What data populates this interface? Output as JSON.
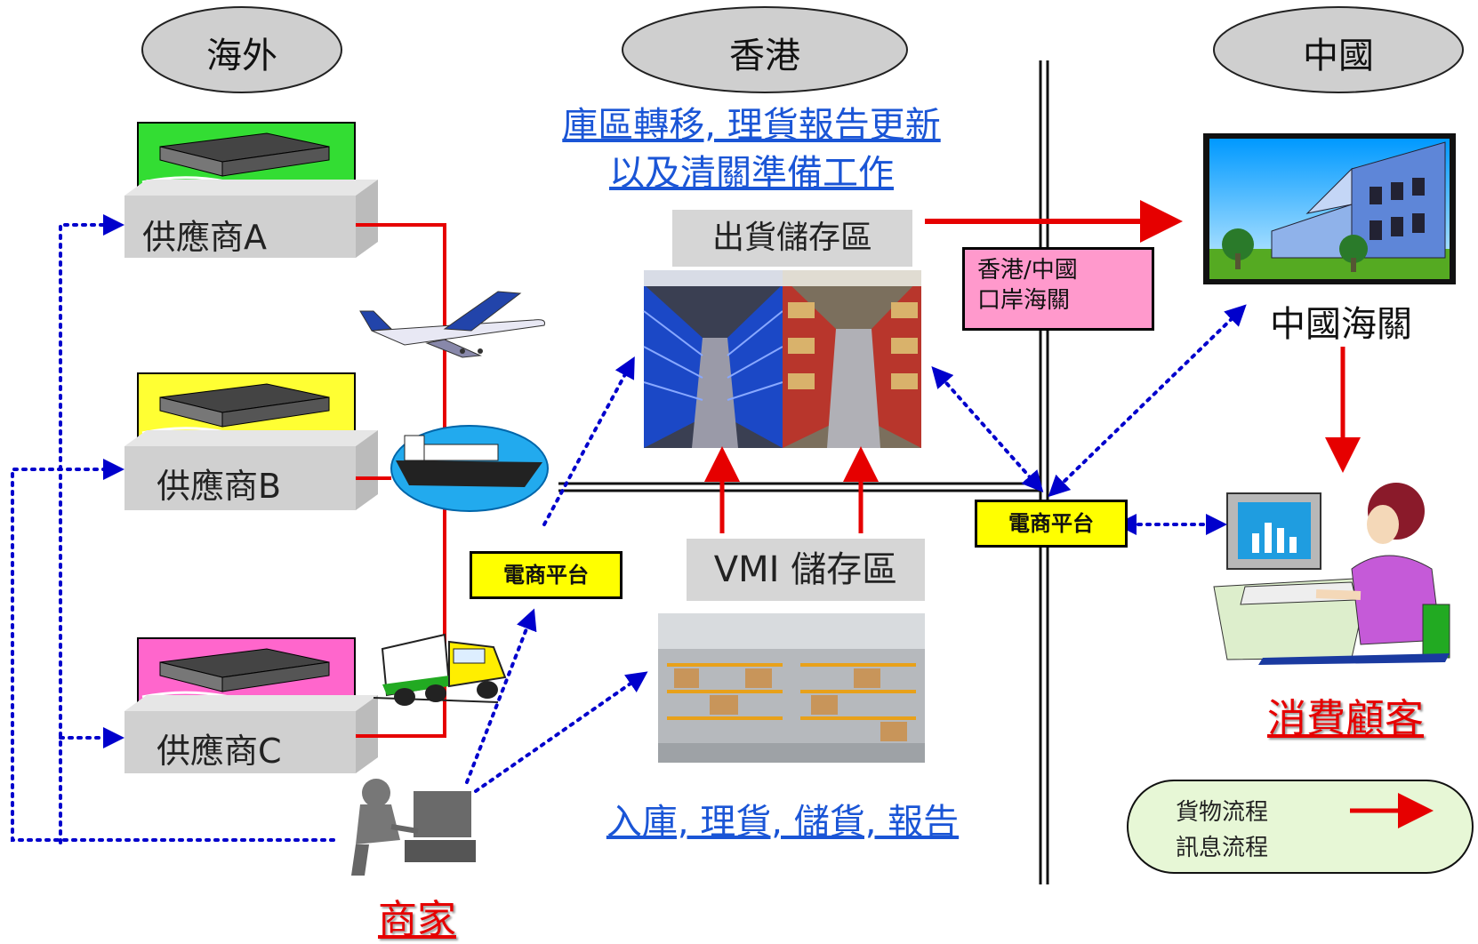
{
  "regions": {
    "overseas": "海外",
    "hongkong": "香港",
    "china": "中國"
  },
  "suppliers": [
    {
      "label": "供應商A",
      "color": "#33dd33"
    },
    {
      "label": "供應商B",
      "color": "#ffff33"
    },
    {
      "label": "供應商C",
      "color": "#ff66cc"
    }
  ],
  "hk": {
    "top_heading_line1": "庫區轉移, 理貨報告更新",
    "top_heading_line2": "以及清關準備工作",
    "outbound_zone": "出貨儲存區",
    "vmi_zone": "VMI 儲存區",
    "bottom_heading": "入庫, 理貨, 儲貨, 報告"
  },
  "platform_left": "電商平台",
  "platform_right": "電商平台",
  "border_customs_line1": "香港/中國",
  "border_customs_line2": "口岸海關",
  "china_customs": "中國海關",
  "consumer": "消費顧客",
  "merchant": "商家",
  "legend": {
    "goods_flow": "貨物流程",
    "info_flow": "訊息流程"
  },
  "colors": {
    "goods": "#e60000",
    "info": "#0000cc",
    "heading_blue": "#1a55d6"
  }
}
